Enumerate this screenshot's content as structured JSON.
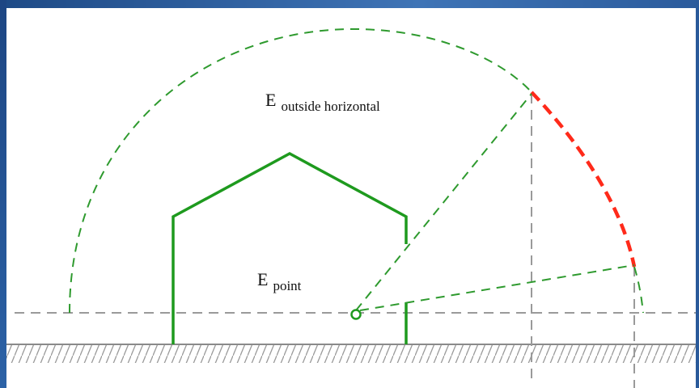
{
  "labels": {
    "outside_main": "E",
    "outside_sub": "outside horizontal",
    "point_main": "E",
    "point_sub": "point"
  },
  "colors": {
    "structure": "#1e9a1e",
    "sky_arc": "#2e9a2e",
    "visible_sky": "#ff2a1a",
    "guide": "#9a9a9a",
    "ground": "#8a8a8a",
    "frame": "#1f4e8c"
  }
}
